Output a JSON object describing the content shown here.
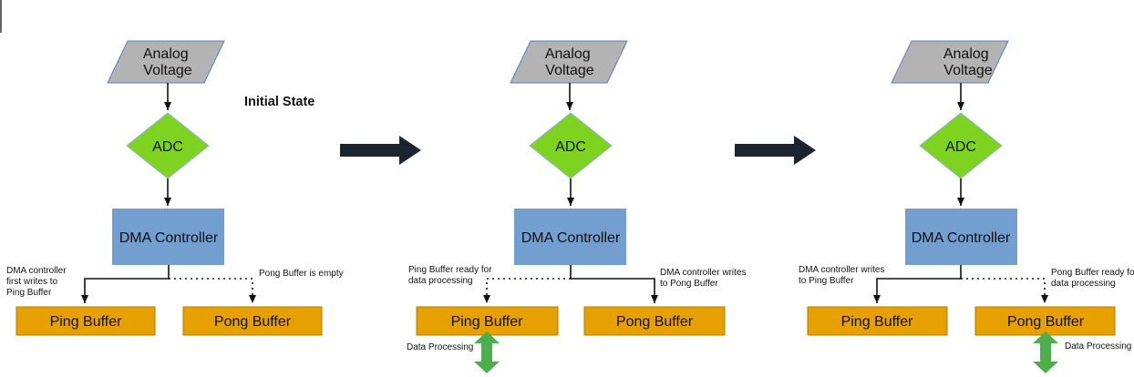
{
  "colors": {
    "input": "#b3b3b3",
    "input_stroke": "#5b7fbf",
    "adc": "#7ed321",
    "adc_stroke": "#8fb2e0",
    "dma": "#729fcf",
    "buffer": "#e6a000",
    "buffer_stroke": "#b07d00",
    "processing": "#4cae4c",
    "transition_arrow": "#1c2430"
  },
  "state_label": "Initial State",
  "panels": [
    {
      "input_lines": [
        "Analog",
        "Voltage"
      ],
      "adc": "ADC",
      "dma": "DMA Controller",
      "ping": "Ping Buffer",
      "pong": "Pong Buffer",
      "ping_note": [
        "DMA  controller",
        "first writes to",
        "Ping Buffer"
      ],
      "pong_note": [
        "Pong Buffer is empty"
      ]
    },
    {
      "input_lines": [
        "Analog",
        "Voltage"
      ],
      "adc": "ADC",
      "dma": "DMA Controller",
      "ping": "Ping Buffer",
      "pong": "Pong Buffer",
      "ping_note": [
        "Ping Buffer ready for",
        "data processing"
      ],
      "pong_note": [
        "DMA  controller writes",
        "to Pong Buffer"
      ],
      "processing": "Data Processing"
    },
    {
      "input_lines": [
        "Analog",
        "Voltage"
      ],
      "adc": "ADC",
      "dma": "DMA Controller",
      "ping": "Ping Buffer",
      "pong": "Pong Buffer",
      "ping_note": [
        "DMA  controller writes",
        "to Ping Buffer"
      ],
      "pong_note": [
        "Pong Buffer ready fo",
        "data processing"
      ],
      "processing": "Data Processing"
    }
  ]
}
